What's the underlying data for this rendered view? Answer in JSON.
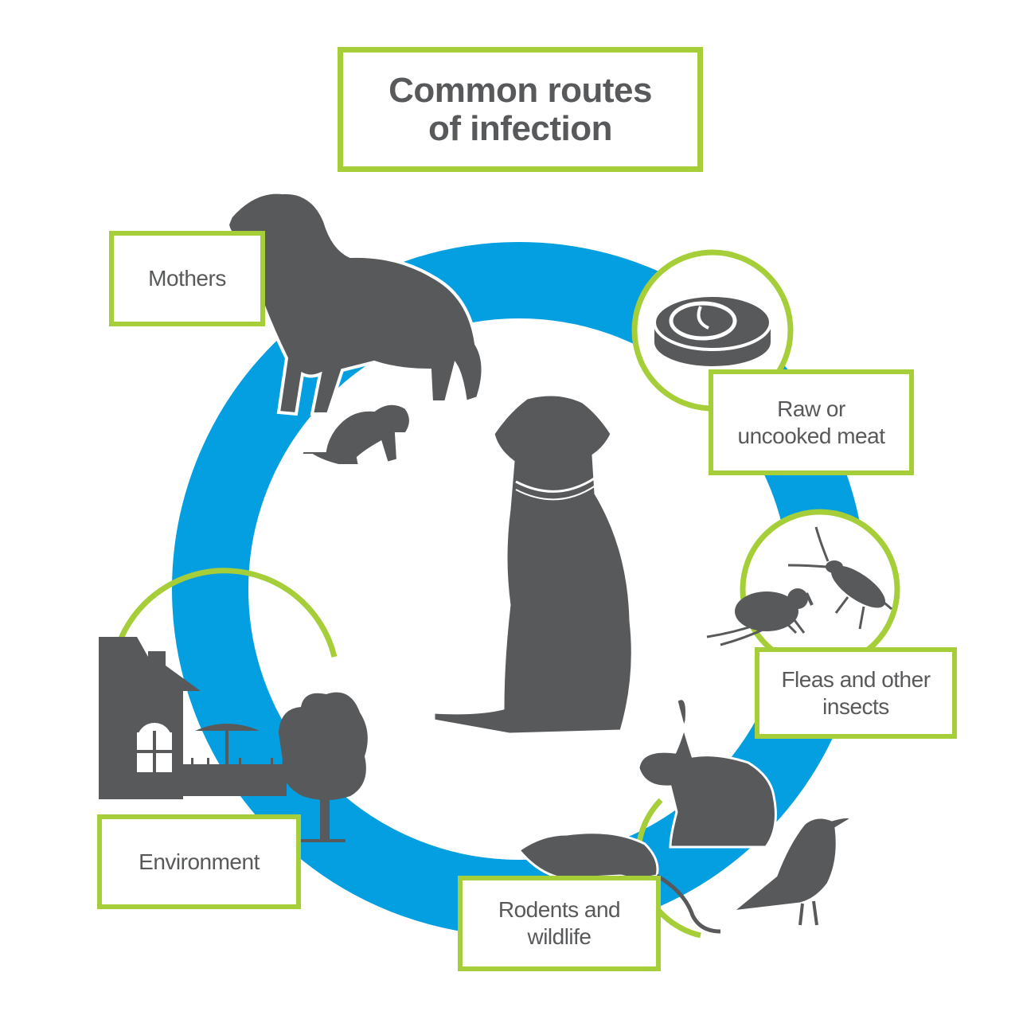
{
  "title": "Common routes\nof infection",
  "center": "sitting-dog-icon",
  "routes": {
    "mothers": {
      "label": "Mothers",
      "icon": "dog-with-puppy-icon"
    },
    "meat": {
      "label": "Raw or\nuncooked meat",
      "icon": "steak-icon"
    },
    "insects": {
      "label": "Fleas and other\ninsects",
      "icon": "flea-and-cockroach-icon"
    },
    "rodents": {
      "label": "Rodents and\nwildlife",
      "icon": "rabbit-rat-bird-icon"
    },
    "environment": {
      "label": "Environment",
      "icon": "house-and-tree-icon"
    }
  },
  "colors": {
    "ring": "#039fe0",
    "accent": "#a6ce39",
    "silhouette": "#58595b",
    "text": "#58595b"
  }
}
